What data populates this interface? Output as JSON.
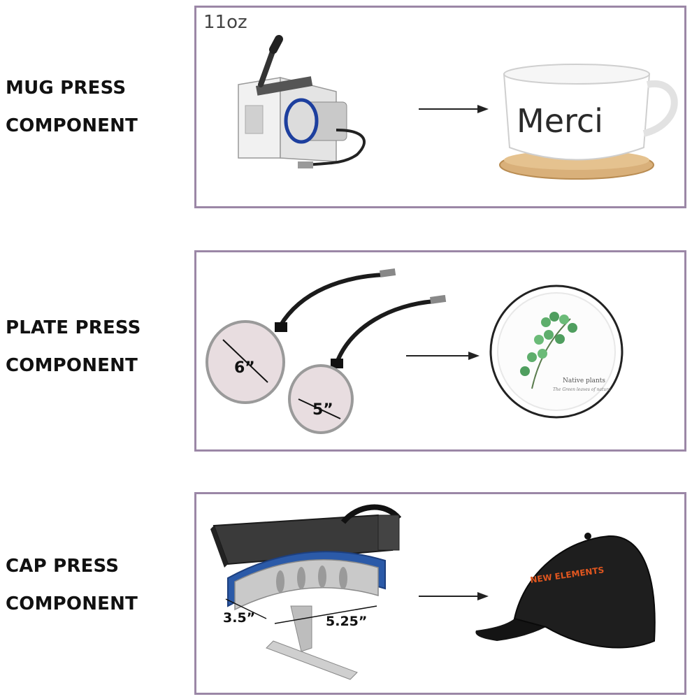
{
  "sections": [
    {
      "label_line1": "MUG PRESS",
      "label_line2": "COMPONENT",
      "capacity": "11oz",
      "product_text": "Merci"
    },
    {
      "label_line1": "PLATE PRESS",
      "label_line2": "COMPONENT",
      "size_large": "6”",
      "size_small": "5”",
      "product_text_1": "Native plants",
      "product_text_2": "The Green leaves of nature"
    },
    {
      "label_line1": "CAP PRESS",
      "label_line2": "COMPONENT",
      "dim_depth": "3.5”",
      "dim_width": "5.25”",
      "product_text": "NEW ELEMENTS"
    }
  ],
  "colors": {
    "panel_border": "#9b87a6",
    "press_ring": "#1d3f9e",
    "cap_pad": "#2b5aa8"
  }
}
